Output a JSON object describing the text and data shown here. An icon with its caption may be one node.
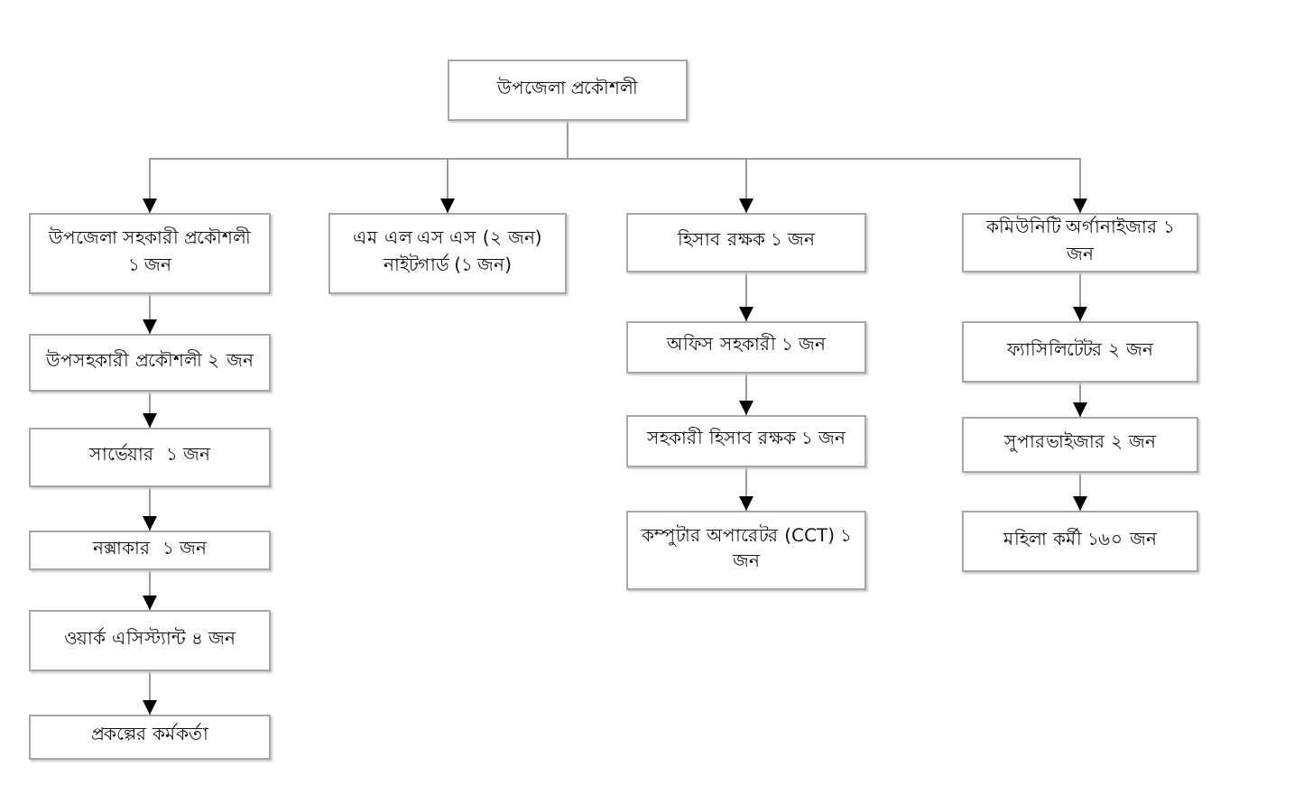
{
  "diagram": {
    "nodes": [
      {
        "text": [
          "উপজেলা প্রকৌশলী"
        ]
      },
      {
        "text": [
          "উপজেলা সহকারী প্রকৌশলী ১ জন"
        ]
      },
      {
        "text": [
          "উপসহকারী প্রকৌশলী ২ জন"
        ]
      },
      {
        "text": [
          "সার্ভেয়ার  ১ জন"
        ]
      },
      {
        "text": [
          "নক্সাকার  ১ জন"
        ]
      },
      {
        "text": [
          "ওয়ার্ক এসিস্ট্যান্ট ৪ জন"
        ]
      },
      {
        "text": [
          "প্রকল্পের কর্মকর্তা"
        ]
      },
      {
        "text": [
          "এম এল এস এস (২ জন) নাইটগার্ড (১ জন)"
        ]
      },
      {
        "text": [
          "হিসাব রক্ষক ১ জন"
        ]
      },
      {
        "text": [
          "অফিস সহকারী ১ জন"
        ]
      },
      {
        "text": [
          "সহকারী হিসাব রক্ষক ১ জন"
        ]
      },
      {
        "text": [
          "কম্পুটার অপারেটর (CCT) ১ জন"
        ]
      },
      {
        "text": [
          "কমিউনিটি অর্গানাইজার ১ জন"
        ]
      },
      {
        "text": [
          "ফ্যাসিলিটেটর ২ জন"
        ]
      },
      {
        "text": [
          "সুপারভাইজার ২ জন"
        ]
      },
      {
        "text": [
          "মহিলা কর্মী ১৬০ জন"
        ]
      }
    ],
    "edges": [
      {
        "from": 0,
        "to": 1,
        "arrow": "to"
      },
      {
        "from": 0,
        "to": 7,
        "arrow": "to"
      },
      {
        "from": 0,
        "to": 8,
        "arrow": "to"
      },
      {
        "from": 0,
        "to": 12,
        "arrow": "to"
      },
      {
        "from": 1,
        "to": 2,
        "arrow": "to"
      },
      {
        "from": 2,
        "to": 3,
        "arrow": "to"
      },
      {
        "from": 3,
        "to": 4,
        "arrow": "to"
      },
      {
        "from": 4,
        "to": 5,
        "arrow": "to"
      },
      {
        "from": 5,
        "to": 6,
        "arrow": "to"
      },
      {
        "from": 8,
        "to": 9,
        "arrow": "to"
      },
      {
        "from": 9,
        "to": 10,
        "arrow": "to"
      },
      {
        "from": 10,
        "to": 11,
        "arrow": "to"
      },
      {
        "from": 12,
        "to": 13,
        "arrow": "to"
      },
      {
        "from": 13,
        "to": 14,
        "arrow": "to"
      },
      {
        "from": 14,
        "to": 15,
        "arrow": "to"
      }
    ]
  }
}
